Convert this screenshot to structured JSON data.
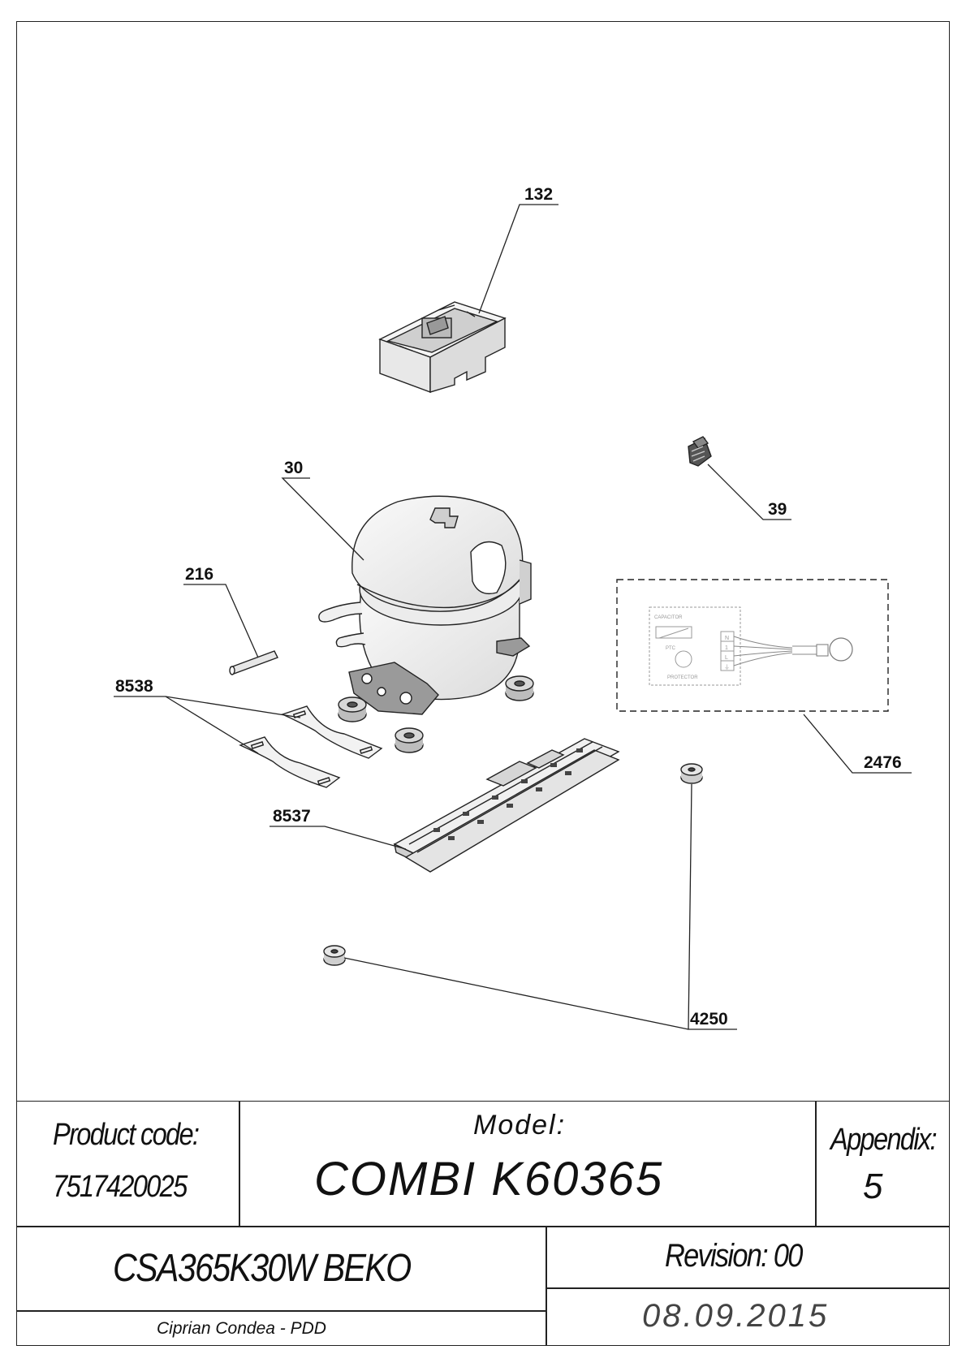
{
  "callouts": [
    "132",
    "39",
    "30",
    "216",
    "8538",
    "2476",
    "8537",
    "4250"
  ],
  "schematic": {
    "capacitor_label": "CAPACITOR",
    "ptc_label": "PTC",
    "protector_label": "PROTECTOR",
    "terminal_n": "N",
    "terminal_1": "1",
    "terminal_l": "L",
    "terminal_earth": "⏚"
  },
  "title_block": {
    "product_code_label": "Product code:",
    "product_code": "7517420025",
    "model_label": "Model:",
    "model": "COMBI K60365",
    "appendix_label": "Appendix:",
    "appendix": "5",
    "compressor": "CSA365K30W BEKO",
    "revision": "Revision: 00",
    "author": "Ciprian Condea - PDD",
    "date": "08.09.2015"
  }
}
